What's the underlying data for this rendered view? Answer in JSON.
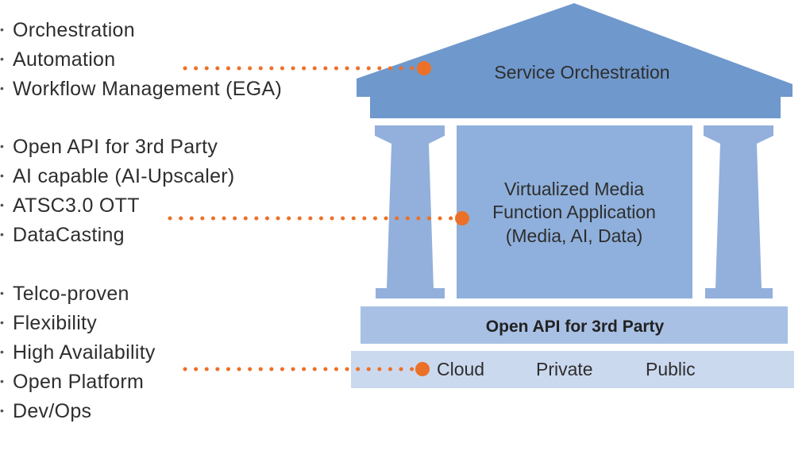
{
  "colors": {
    "roof": "#6f98cc",
    "pillar": "#93b0dc",
    "center_block": "#8fb0dc",
    "api_bar": "#a8c0e4",
    "base": "#cbd9ef",
    "connector": "#ec7128",
    "text": "#2e2e2e"
  },
  "groups": [
    {
      "items": [
        "Orchestration",
        "Automation",
        "Workflow Management (EGA)"
      ]
    },
    {
      "items": [
        "Open API for 3rd Party",
        "AI capable (AI-Upscaler)",
        "ATSC3.0 OTT",
        "DataCasting"
      ]
    },
    {
      "items": [
        "Telco-proven",
        "Flexibility",
        "High Availability",
        "Open Platform",
        "Dev/Ops"
      ]
    }
  ],
  "temple": {
    "roof_label": "Service Orchestration",
    "center_lines": [
      "Virtualized Media",
      "Function Application",
      "(Media, AI, Data)"
    ],
    "api_label": "Open API for 3rd Party",
    "base_labels": [
      "Cloud",
      "Private",
      "Public"
    ]
  }
}
